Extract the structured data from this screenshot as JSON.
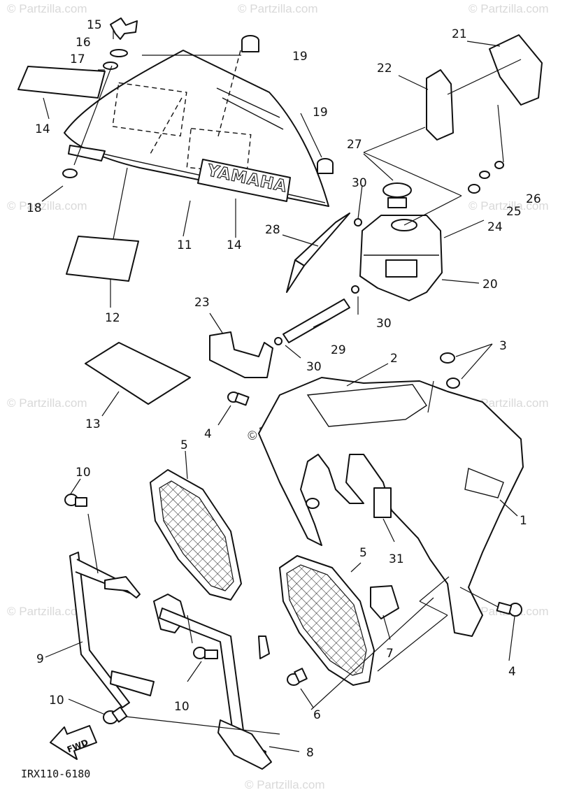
{
  "watermark": "© Partzilla.com",
  "brand_decal": "YAMAHA",
  "direction_arrow": "FWD",
  "diagram_code": "IRX110-6180",
  "callouts": {
    "c1": "1",
    "c2": "2",
    "c3": "3",
    "c4a": "4",
    "c4b": "4",
    "c5a": "5",
    "c5b": "5",
    "c6": "6",
    "c7": "7",
    "c8": "8",
    "c9": "9",
    "c10a": "10",
    "c10b": "10",
    "c10c": "10",
    "c11": "11",
    "c12": "12",
    "c13": "13",
    "c14a": "14",
    "c14b": "14",
    "c15": "15",
    "c16": "16",
    "c17": "17",
    "c18": "18",
    "c19a": "19",
    "c19b": "19",
    "c20": "20",
    "c21": "21",
    "c22": "22",
    "c23": "23",
    "c24": "24",
    "c25": "25",
    "c26": "26",
    "c27": "27",
    "c28": "28",
    "c29": "29",
    "c30a": "30",
    "c30b": "30",
    "c30c": "30",
    "c31": "31"
  }
}
